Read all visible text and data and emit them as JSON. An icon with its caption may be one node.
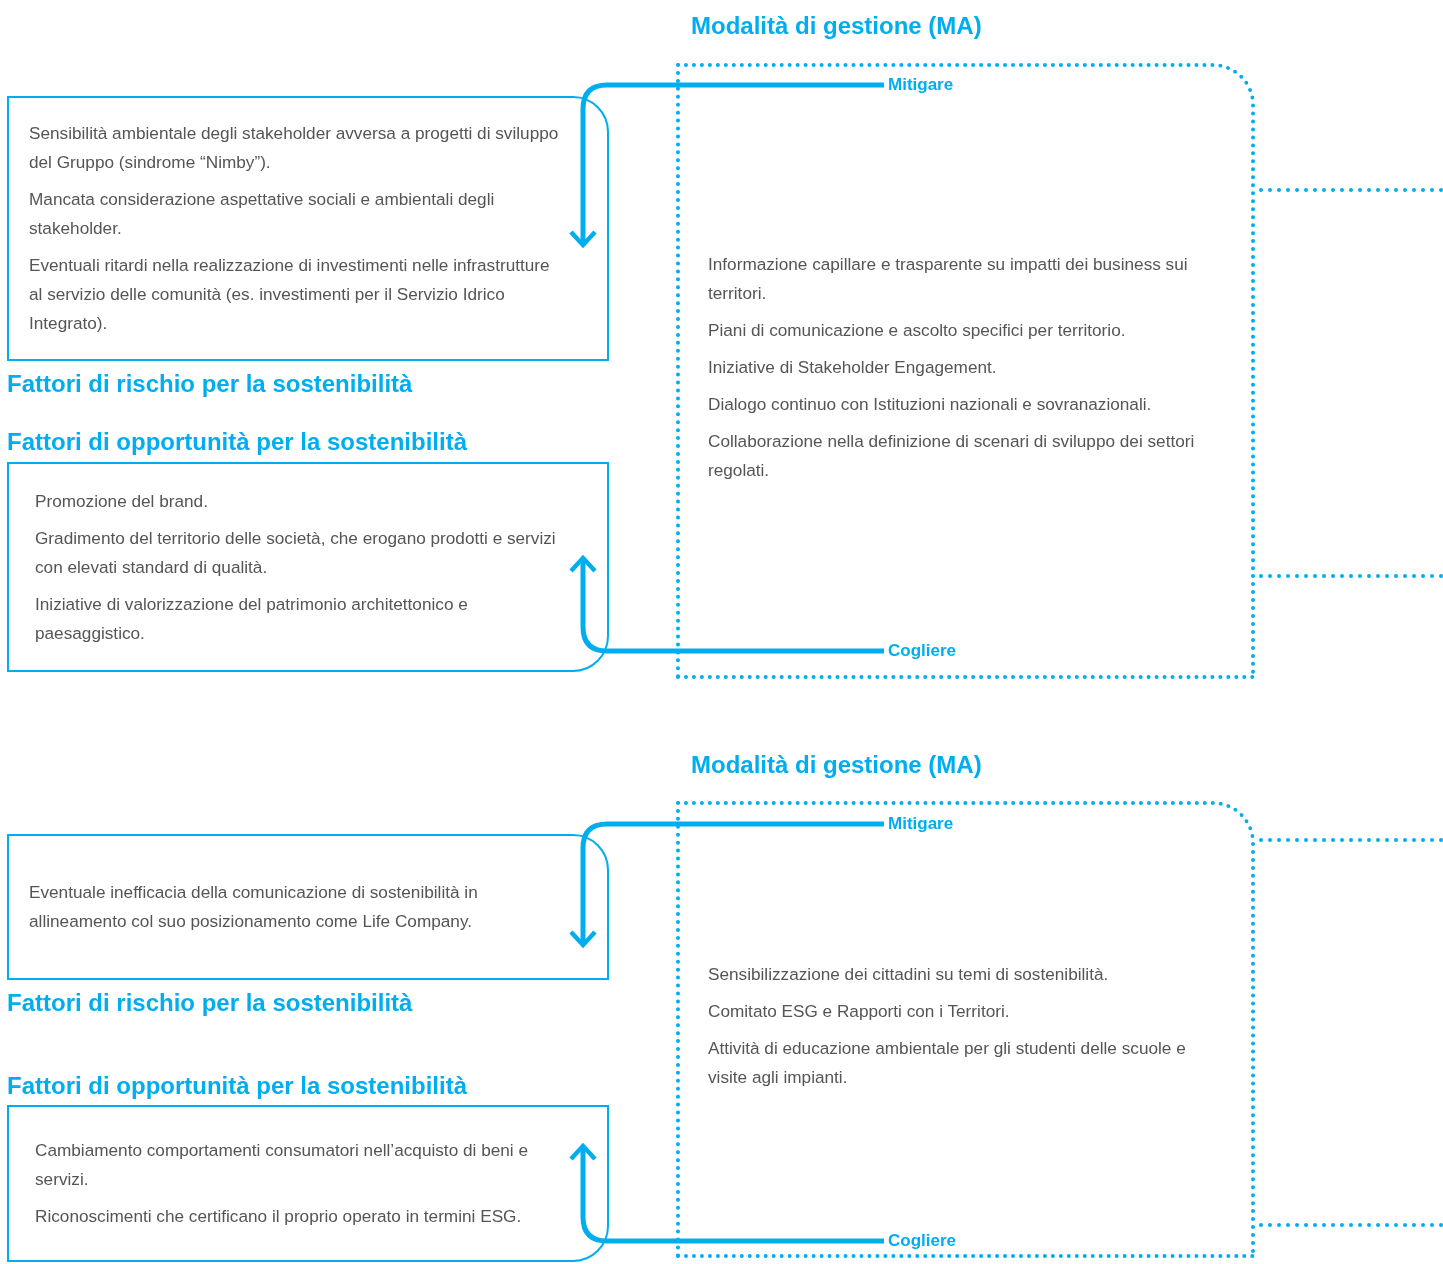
{
  "diagram": {
    "nodes": [
      {
        "text": [
          "Sensibilità ambientale degli stakeholder avversa a progetti di sviluppo del Gruppo (sindrome “Nimby”).",
          "Mancata considerazione aspettative sociali e ambientali degli stakeholder.",
          "Eventuali ritardi nella realizzazione di investimenti nelle infrastrutture al servizio delle comunità (es. investimenti per il Servizio Idrico Integrato)."
        ],
        "beside": [
          "Fattori di rischio per la sostenibilità"
        ]
      },
      {
        "text": [
          "Promozione del brand.",
          "Gradimento del territorio delle società, che erogano prodotti e servizi con elevati standard di qualità.",
          "Iniziative di valorizzazione del patrimonio architettonico e paesaggistico."
        ],
        "beside": [
          "Fattori di opportunità per la sostenibilità"
        ]
      },
      {
        "text": [
          "Informazione capillare e trasparente su impatti dei business sui territori.",
          "Piani di comunicazione e ascolto specifici per territorio.",
          "Iniziative di Stakeholder Engagement.",
          "Dialogo continuo con Istituzioni nazionali e sovranazionali.",
          "Collaborazione nella definizione di scenari di sviluppo dei settori regolati."
        ],
        "beside": [
          "Modalità di gestione (MA)"
        ]
      },
      {
        "text": [
          "Mitigare"
        ],
        "in": 2
      },
      {
        "text": [
          "Cogliere"
        ],
        "in": 2
      },
      {
        "text": [
          "Eventuale inefficacia della comunicazione di sostenibilità in allineamento col suo posizionamento come Life Company."
        ],
        "beside": [
          "Fattori di rischio per la sostenibilità"
        ]
      },
      {
        "text": [
          "Cambiamento comportamenti consumatori nell’acquisto di beni e servizi.",
          "Riconoscimenti che certificano il proprio operato in termini ESG."
        ],
        "beside": [
          "Fattori di opportunità per la sostenibilità"
        ]
      },
      {
        "text": [
          "Sensibilizzazione dei cittadini su temi di sostenibilità.",
          "Comitato ESG e Rapporti con i Territori.",
          "Attività di educazione ambientale per gli studenti delle scuole e visite agli impianti."
        ],
        "beside": [
          "Modalità di gestione (MA)"
        ]
      },
      {
        "text": [
          "Mitigare"
        ],
        "in": 7
      },
      {
        "text": [
          "Cogliere"
        ],
        "in": 7
      }
    ],
    "edges": [
      {
        "from": 3,
        "to": 0,
        "arrow": "to"
      },
      {
        "from": 4,
        "to": 1,
        "arrow": "to"
      },
      {
        "from": 2,
        "to": null,
        "arrow": "none",
        "style": "dashed"
      },
      {
        "from": 2,
        "to": null,
        "arrow": "none",
        "style": "dashed"
      },
      {
        "from": 8,
        "to": 5,
        "arrow": "to"
      },
      {
        "from": 9,
        "to": 6,
        "arrow": "to"
      },
      {
        "from": 7,
        "to": null,
        "arrow": "none",
        "style": "dashed"
      },
      {
        "from": 7,
        "to": null,
        "arrow": "none",
        "style": "dashed"
      }
    ]
  }
}
